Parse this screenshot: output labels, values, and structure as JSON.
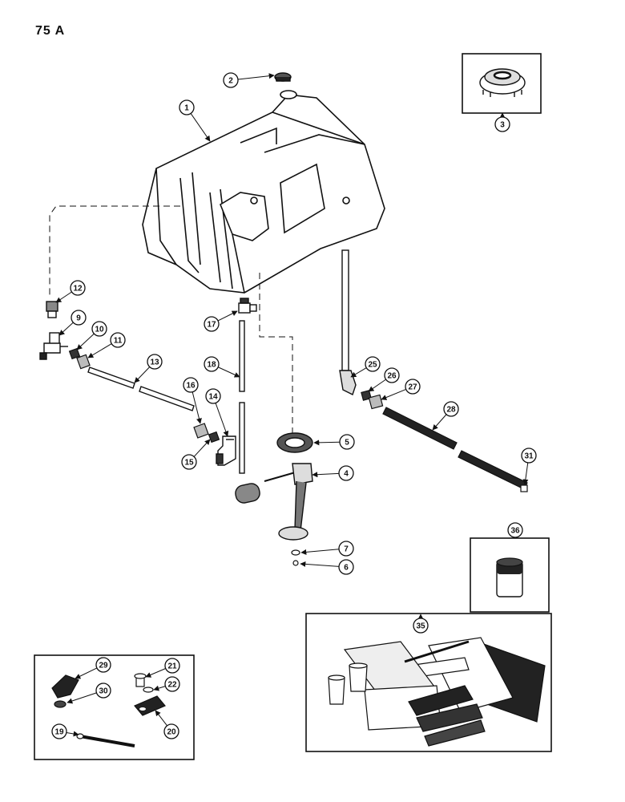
{
  "page": {
    "title": "75 A"
  },
  "callouts": [
    "1",
    "2",
    "3",
    "4",
    "5",
    "6",
    "7",
    "9",
    "10",
    "11",
    "12",
    "13",
    "14",
    "15",
    "16",
    "17",
    "18",
    "19",
    "20",
    "21",
    "22",
    "25",
    "26",
    "27",
    "28",
    "29",
    "30",
    "31",
    "35",
    "36"
  ]
}
